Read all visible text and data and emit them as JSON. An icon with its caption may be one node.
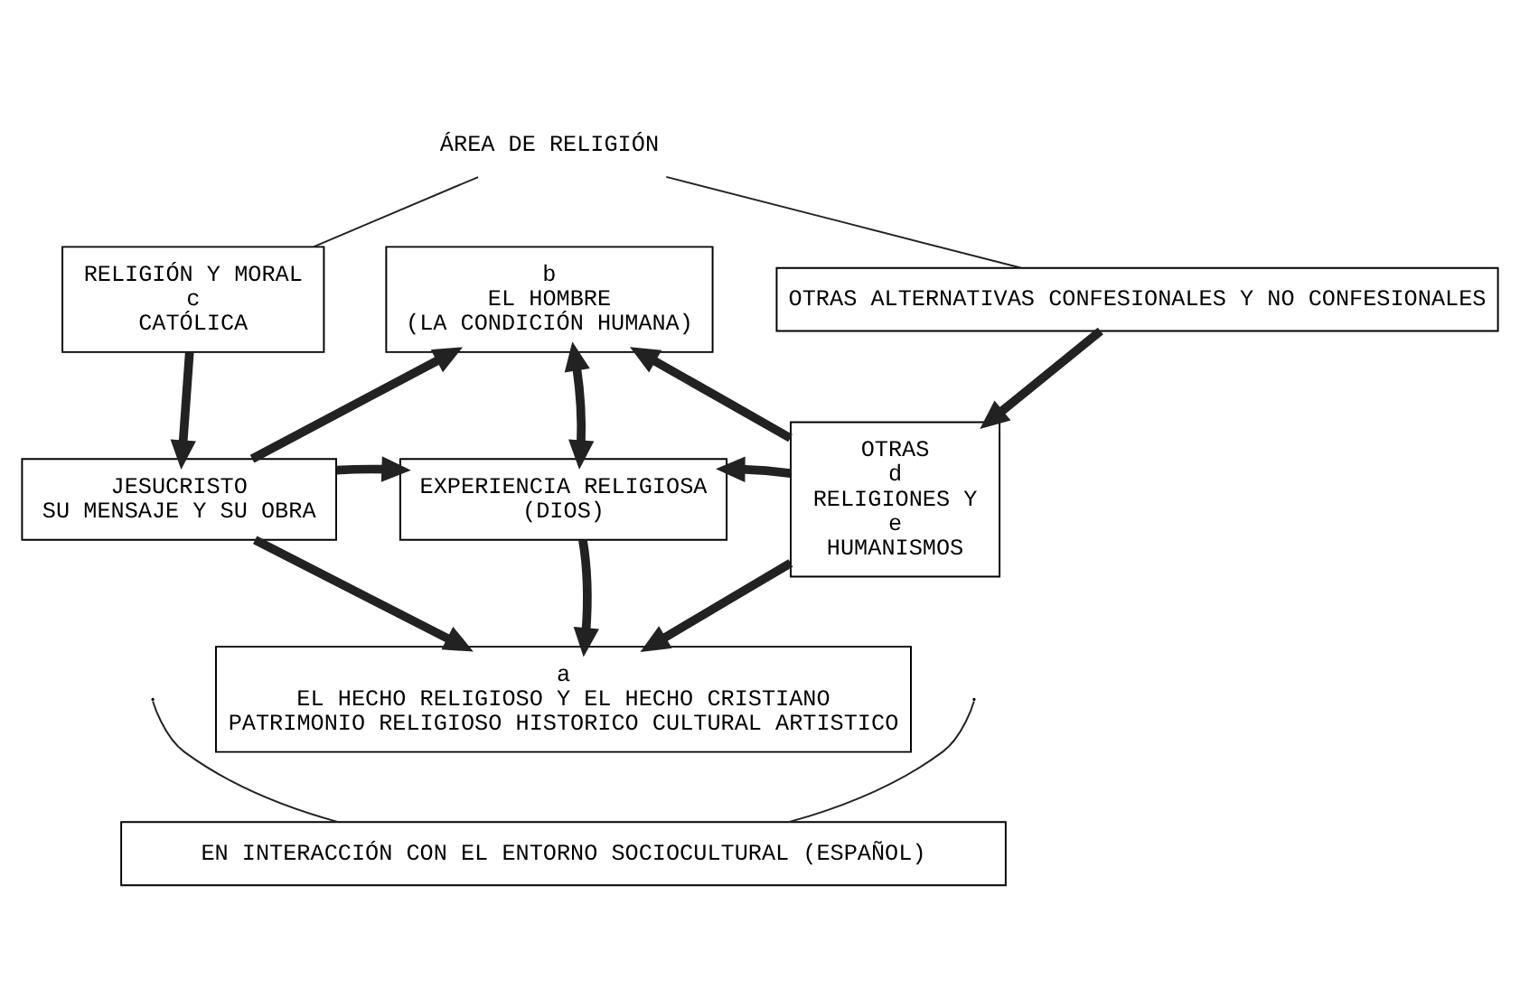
{
  "diagram": {
    "nodes": [
      {
        "text": [
          "ÁREA DE RELIGIÓN"
        ]
      },
      {
        "text": [
          "RELIGIÓN Y MORAL",
          "c",
          "CATÓLICA"
        ]
      },
      {
        "text": [
          "b",
          "EL HOMBRE",
          "(LA CONDICIÓN HUMANA)"
        ]
      },
      {
        "text": [
          "OTRAS ALTERNATIVAS CONFESIONALES Y NO CONFESIONALES"
        ]
      },
      {
        "text": [
          "JESUCRISTO",
          "SU MENSAJE Y SU OBRA"
        ]
      },
      {
        "text": [
          "EXPERIENCIA RELIGIOSA",
          "(DIOS)"
        ]
      },
      {
        "text": [
          "OTRAS",
          "d",
          "RELIGIONES Y",
          "e",
          "HUMANISMOS"
        ]
      },
      {
        "text": [
          "a",
          "EL HECHO RELIGIOSO Y EL HECHO CRISTIANO",
          "PATRIMONIO RELIGIOSO HISTORICO CULTURAL ARTISTICO"
        ]
      },
      {
        "text": [
          "EN INTERACCIÓN CON EL ENTORNO SOCIOCULTURAL (ESPAÑOL)"
        ]
      }
    ],
    "edges": [
      {
        "from": 0,
        "to": 1,
        "arrow": "none"
      },
      {
        "from": 0,
        "to": 3,
        "arrow": "none"
      },
      {
        "from": 1,
        "to": 4,
        "arrow": "to"
      },
      {
        "from": 4,
        "to": 2,
        "arrow": "to"
      },
      {
        "from": 4,
        "to": 5,
        "arrow": "to"
      },
      {
        "from": 4,
        "to": 7,
        "arrow": "to"
      },
      {
        "from": 2,
        "to": 5,
        "arrow": "both"
      },
      {
        "from": 5,
        "to": 7,
        "arrow": "to"
      },
      {
        "from": 3,
        "to": 6,
        "arrow": "to"
      },
      {
        "from": 6,
        "to": 2,
        "arrow": "to"
      },
      {
        "from": 6,
        "to": 5,
        "arrow": "to"
      },
      {
        "from": 6,
        "to": 7,
        "arrow": "to"
      },
      {
        "from": 8,
        "to": null,
        "arrow": "none"
      },
      {
        "from": 8,
        "to": null,
        "arrow": "none"
      }
    ]
  }
}
